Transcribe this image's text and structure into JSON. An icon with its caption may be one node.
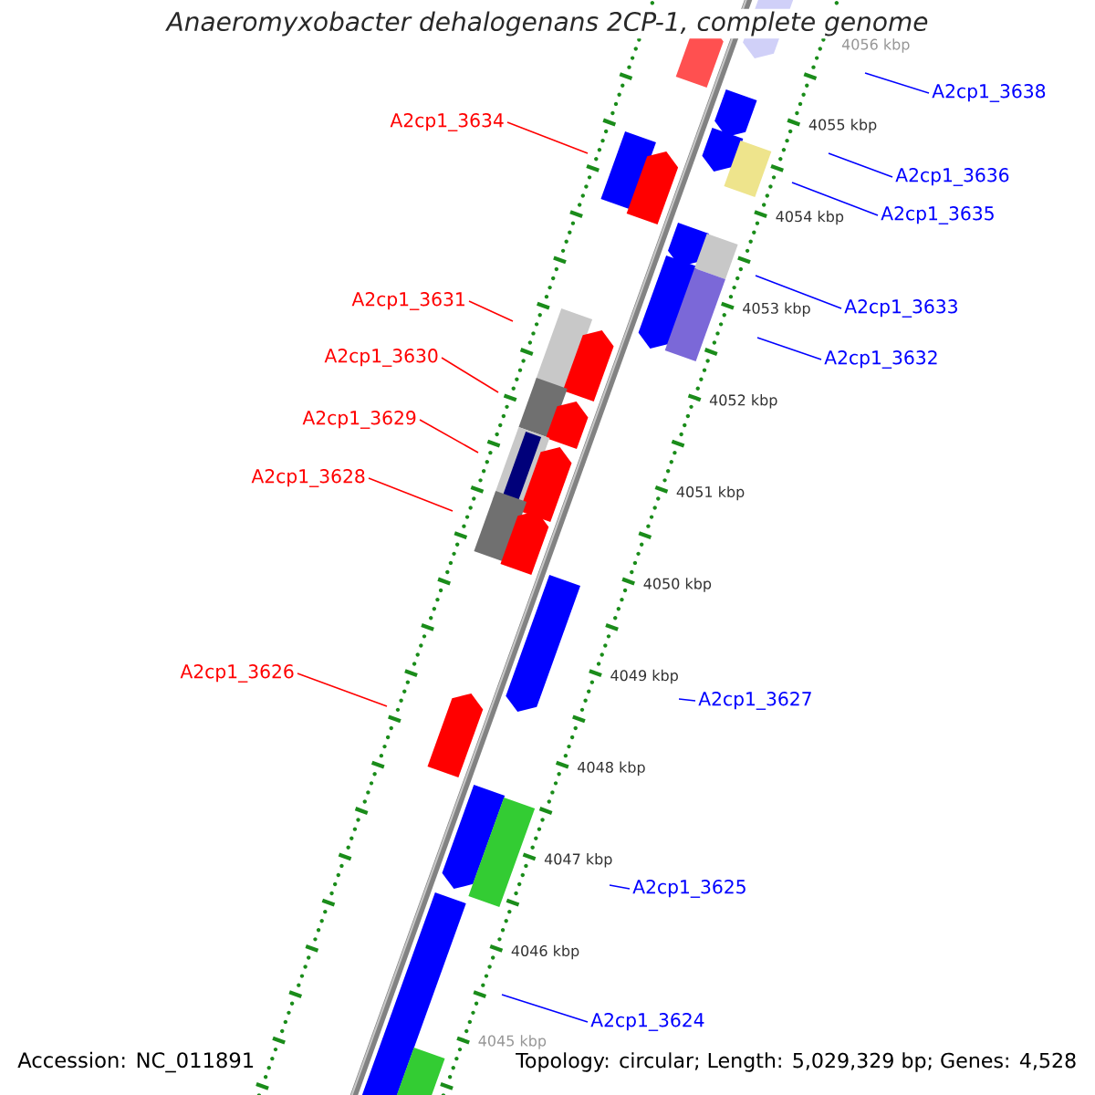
{
  "diagram": {
    "title": "Anaeromyxobacter dehalogenans 2CP-1, complete genome",
    "nodes": [
      {
        "text": [
          "A2cp1_3638"
        ]
      },
      {
        "text": [
          "A2cp1_3634"
        ]
      },
      {
        "text": [
          "A2cp1_3636"
        ]
      },
      {
        "text": [
          "A2cp1_3635"
        ]
      },
      {
        "text": [
          "A2cp1_3631"
        ]
      },
      {
        "text": [
          "A2cp1_3633"
        ]
      },
      {
        "text": [
          "A2cp1_3630"
        ]
      },
      {
        "text": [
          "A2cp1_3632"
        ]
      },
      {
        "text": [
          "A2cp1_3629"
        ]
      },
      {
        "text": [
          "A2cp1_3628"
        ]
      },
      {
        "text": [
          "A2cp1_3626"
        ]
      },
      {
        "text": [
          "A2cp1_3627"
        ]
      },
      {
        "text": [
          "A2cp1_3625"
        ]
      },
      {
        "text": [
          "A2cp1_3624"
        ]
      }
    ],
    "edges": [
      {
        "from": 0,
        "to": null,
        "arrow": "none"
      },
      {
        "from": 1,
        "to": null,
        "arrow": "none",
        "color": "#ff0000"
      },
      {
        "from": 2,
        "to": null,
        "arrow": "none"
      },
      {
        "from": 3,
        "to": null,
        "arrow": "none"
      },
      {
        "from": 4,
        "to": null,
        "arrow": "none",
        "color": "#ff0000"
      },
      {
        "from": 5,
        "to": null,
        "arrow": "none"
      },
      {
        "from": 6,
        "to": null,
        "arrow": "none",
        "color": "#ff0000"
      },
      {
        "from": 7,
        "to": null,
        "arrow": "none"
      },
      {
        "from": 8,
        "to": null,
        "arrow": "none",
        "color": "#ff0000"
      },
      {
        "from": 9,
        "to": null,
        "arrow": "none",
        "color": "#ff0000"
      },
      {
        "from": 10,
        "to": null,
        "arrow": "none",
        "color": "#ff0000"
      },
      {
        "from": 11,
        "to": null,
        "arrow": "none"
      },
      {
        "from": 12,
        "to": null,
        "arrow": "none"
      },
      {
        "from": 13,
        "to": null,
        "arrow": "none"
      }
    ],
    "labels": [
      "4056 kbp",
      "4055 kbp",
      "4054 kbp",
      "4053 kbp",
      "4052 kbp",
      "4051 kbp",
      "4050 kbp",
      "4049 kbp",
      "4048 kbp",
      "4047 kbp",
      "4046 kbp",
      "4045 kbp",
      "Accession: NC_011891",
      "Topology: circular; Length: 5,029,329 bp; Genes: 4,528"
    ]
  }
}
